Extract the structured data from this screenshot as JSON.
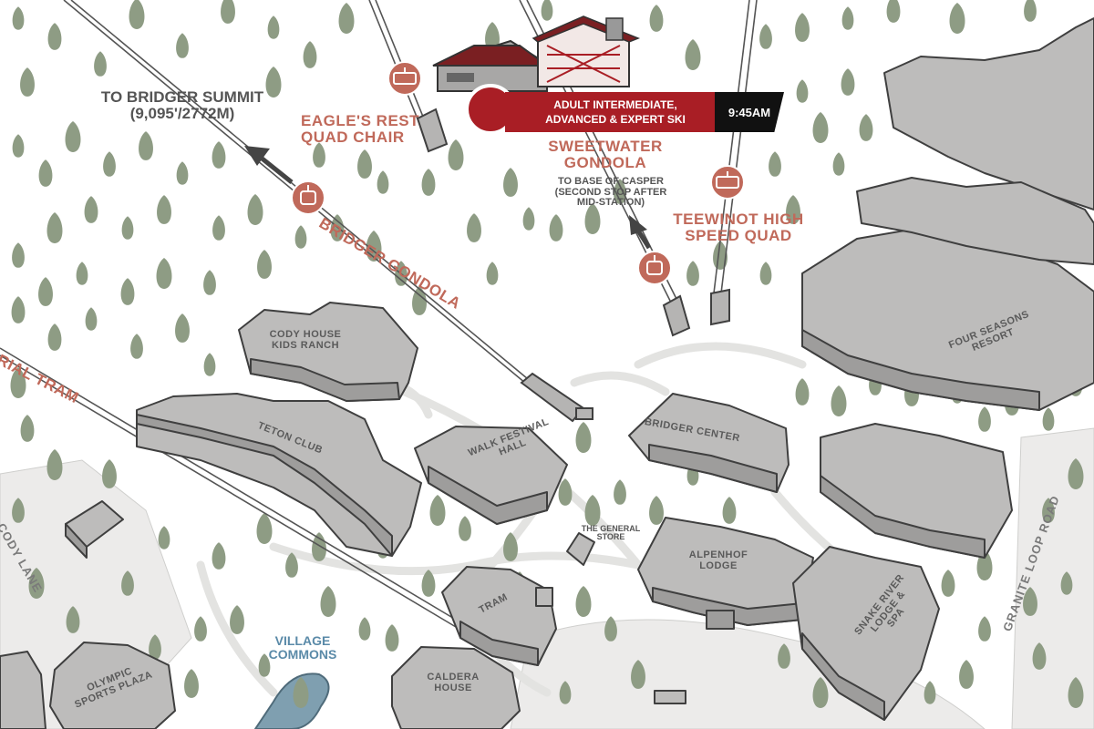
{
  "map": {
    "colors": {
      "building_roof": "#bdbcbb",
      "building_wall": "#9e9d9c",
      "outline": "#3f3f3f",
      "tree": "#8e9c84",
      "path": "#e5e5e3",
      "lift_label": "#c0695a",
      "banner_red": "#a91e25",
      "water": "#7f9fb0"
    },
    "route_banner": {
      "line1": "Adult Intermediate,",
      "line2": "Advanced & Expert Ski",
      "time": "9:45AM"
    },
    "lifts": {
      "bridger_gondola": "Bridger Gondola",
      "aerial_tram": "rial Tram",
      "eagles_rest": {
        "line1": "Eagle's Rest",
        "line2": "Quad Chair"
      },
      "sweetwater": {
        "line1": "Sweetwater",
        "line2": "Gondola"
      },
      "teewinot": {
        "line1": "Teewinot High",
        "line2": "Speed Quad"
      }
    },
    "notes": {
      "bridger_summit": {
        "line1": "To Bridger Summit",
        "line2": "(9,095'/2772m)"
      },
      "casper": {
        "line1": "To base of Casper",
        "line2": "(second stop after",
        "line3": "mid-station)"
      }
    },
    "buildings": {
      "cody_house": {
        "line1": "Cody House",
        "line2": "Kids Ranch"
      },
      "teton_club": "Teton Club",
      "walk_festival": {
        "line1": "Walk Festival",
        "line2": "Hall"
      },
      "bridger_center": "Bridger Center",
      "four_seasons": {
        "line1": "Four Seasons",
        "line2": "Resort"
      },
      "general_store": {
        "line1": "The General",
        "line2": "Store"
      },
      "alpenhof": {
        "line1": "Alpenhof",
        "line2": "Lodge"
      },
      "snake_river": {
        "line1": "Snake River",
        "line2": "Lodge &",
        "line3": "Spa"
      },
      "tram": "Tram",
      "caldera": {
        "line1": "Caldera",
        "line2": "House"
      },
      "olympic": {
        "line1": "Olympic",
        "line2": "Sports Plaza"
      }
    },
    "roads": {
      "cody_lane": "Cody Lane",
      "granite_loop": "Granite Loop Road"
    },
    "water": {
      "line1": "Village",
      "line2": "Commons"
    }
  }
}
